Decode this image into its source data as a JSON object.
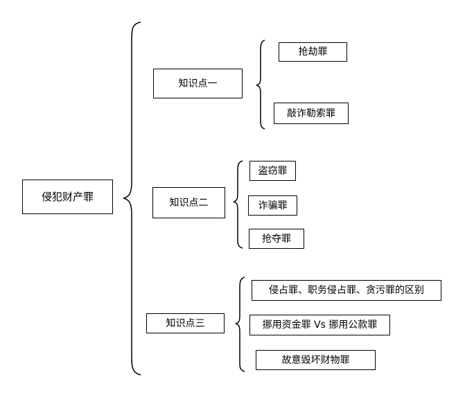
{
  "root": {
    "label": "侵犯财产罪"
  },
  "branches": [
    {
      "label": "知识点一",
      "children": [
        "抢劫罪",
        "敲诈勒索罪"
      ]
    },
    {
      "label": "知识点二",
      "children": [
        "盗窃罪",
        "诈骗罪",
        "抢夺罪"
      ]
    },
    {
      "label": "知识点三",
      "children": [
        "侵占罪、职务侵占罪、贪污罪的区别",
        "挪用资金罪 Vs 挪用公款罪",
        "故意毁坏财物罪"
      ]
    }
  ]
}
